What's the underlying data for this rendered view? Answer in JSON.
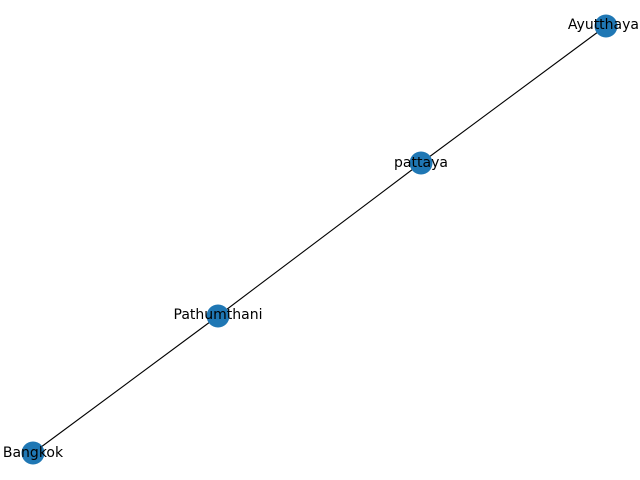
{
  "graph": {
    "node_color": "#1f77b4",
    "edge_color": "#000000",
    "nodes": [
      {
        "id": "n0",
        "label": "Bangkok"
      },
      {
        "id": "n1",
        "label": "Pathumthani"
      },
      {
        "id": "n2",
        "label": "pattaya"
      },
      {
        "id": "n3",
        "label": "Ayutthaya"
      }
    ],
    "edges": [
      {
        "source": "n0",
        "target": "n1"
      },
      {
        "source": "n1",
        "target": "n2"
      },
      {
        "source": "n2",
        "target": "n3"
      }
    ]
  }
}
